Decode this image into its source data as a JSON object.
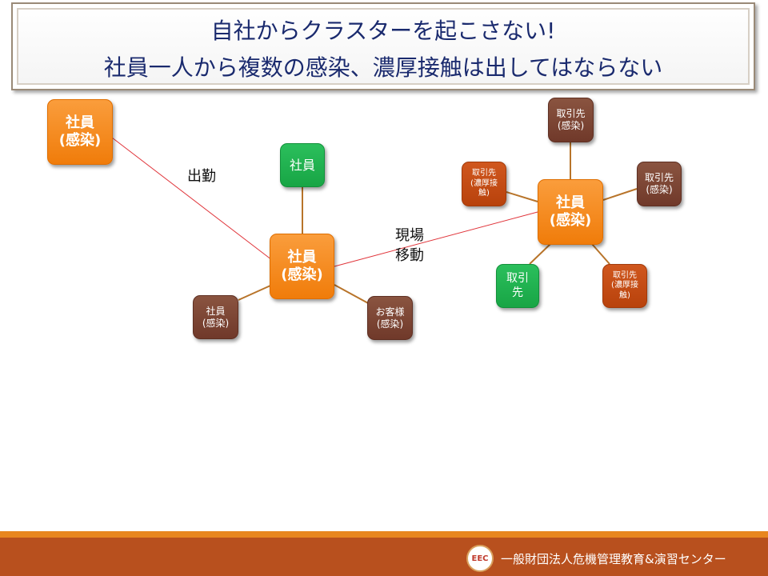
{
  "title": {
    "line1": "自社からクラスターを起こさない!",
    "line2": "社員一人から複数の感染、濃厚接触は出してはならない"
  },
  "nodes": {
    "left_emp": {
      "line1": "社員",
      "line2": "(感染)"
    },
    "center_emp": {
      "line1": "社員",
      "line2": "(感染)"
    },
    "center_top": {
      "line1": "社員"
    },
    "center_left": {
      "line1": "社員",
      "line2": "(感染)"
    },
    "center_right": {
      "line1": "お客様",
      "line2": "(感染)"
    },
    "right_emp": {
      "line1": "社員",
      "line2": "(感染)"
    },
    "right_top": {
      "line1": "取引先",
      "line2": "(感染)"
    },
    "right_left": {
      "line1": "取引先",
      "line2": "(濃厚接",
      "line3": "触)"
    },
    "right_right": {
      "line1": "取引先",
      "line2": "(感染)"
    },
    "right_bl": {
      "line1": "取引",
      "line2": "先"
    },
    "right_br": {
      "line1": "取引先",
      "line2": "(濃厚接",
      "line3": "触)"
    }
  },
  "labels": {
    "commute": "出勤",
    "move_line1": "現場",
    "move_line2": "移動"
  },
  "footer": {
    "logo_text": "EEC",
    "org_name": "一般財団法人危機管理教育&演習センター"
  },
  "colors": {
    "orange": "#f08a1e",
    "green": "#1fae4e",
    "brown": "#7a4535",
    "rust": "#c24d14",
    "title_text": "#1a2a6e",
    "footer": "#b8501e"
  }
}
